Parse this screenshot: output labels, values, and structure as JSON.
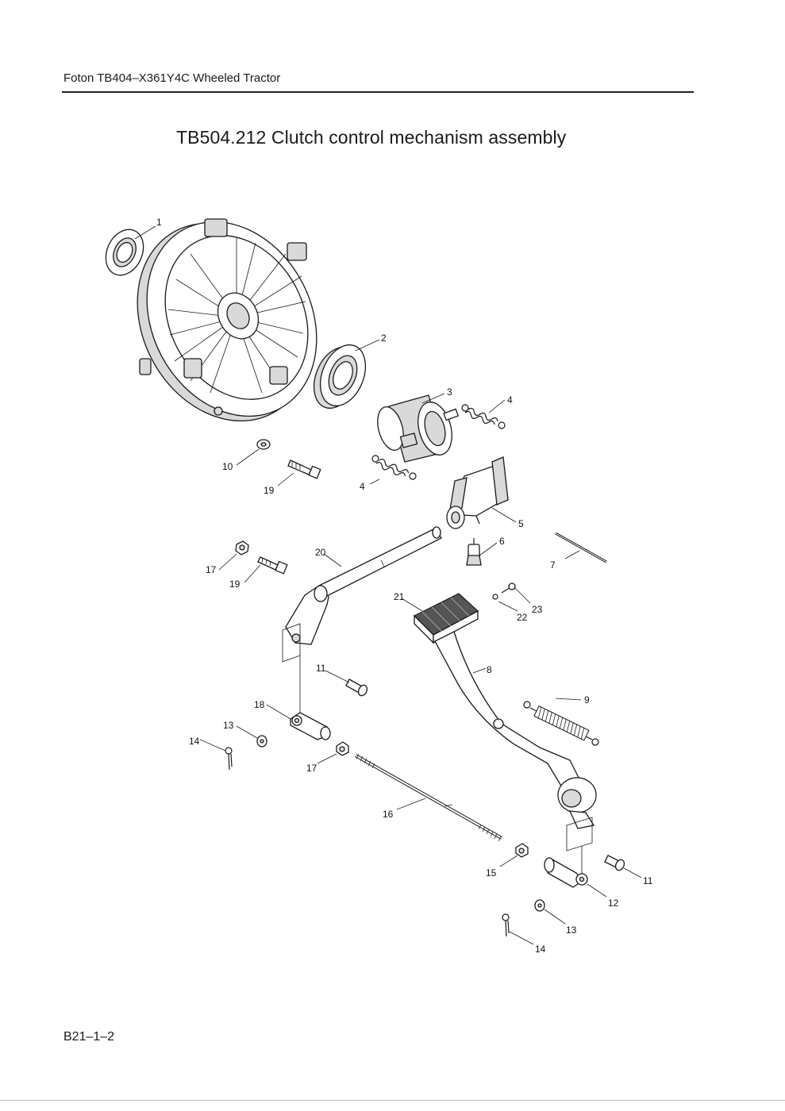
{
  "header": {
    "model": "Foton TB404–X361Y4C Wheeled Tractor"
  },
  "title": "TB504.212  Clutch control mechanism assembly",
  "footer": {
    "page_code": "B21–1–2"
  },
  "callouts": {
    "c1": "1",
    "c2": "2",
    "c3": "3",
    "c4a": "4",
    "c4b": "4",
    "c5": "5",
    "c6": "6",
    "c7": "7",
    "c8": "8",
    "c9": "9",
    "c10": "10",
    "c11a": "11",
    "c11b": "11",
    "c12": "12",
    "c13a": "13",
    "c13b": "13",
    "c14a": "14",
    "c14b": "14",
    "c15": "15",
    "c16": "16",
    "c17a": "17",
    "c17b": "17",
    "c18": "18",
    "c19a": "19",
    "c19b": "19",
    "c20": "20",
    "c21": "21",
    "c22": "22",
    "c23": "23"
  }
}
